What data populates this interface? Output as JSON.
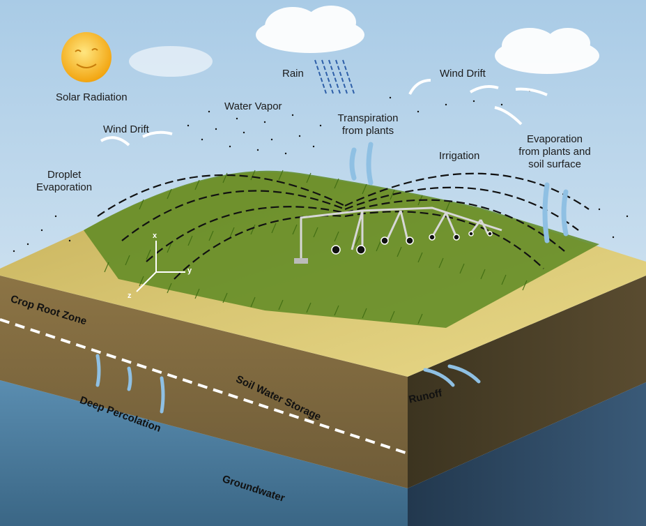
{
  "labels": {
    "solar_radiation": "Solar Radiation",
    "rain": "Rain",
    "wind_drift_top": "Wind Drift",
    "wind_drift_left": "Wind Drift",
    "water_vapor": "Water Vapor",
    "transpiration_line1": "Transpiration",
    "transpiration_line2": "from plants",
    "irrigation": "Irrigation",
    "evaporation_line1": "Evaporation",
    "evaporation_line2": "from plants and",
    "evaporation_line3": "soil surface",
    "droplet_line1": "Droplet",
    "droplet_line2": "Evaporation",
    "crop_root_zone": "Crop Root Zone",
    "soil_water_storage": "Soil Water Storage",
    "deep_percolation": "Deep Percolation",
    "runoff": "Runoff",
    "groundwater": "Groundwater"
  },
  "axes": {
    "x": "x",
    "y": "y",
    "z": "z"
  },
  "colors": {
    "sky": "#cfe3f1",
    "sun": "#f7b41c",
    "crop": "#5e8a23",
    "soil_top": "#d8c46a",
    "soil_side": "#7d6a44",
    "groundwater": "#4d7e9c",
    "arrow_blue": "#8fc0e3"
  }
}
